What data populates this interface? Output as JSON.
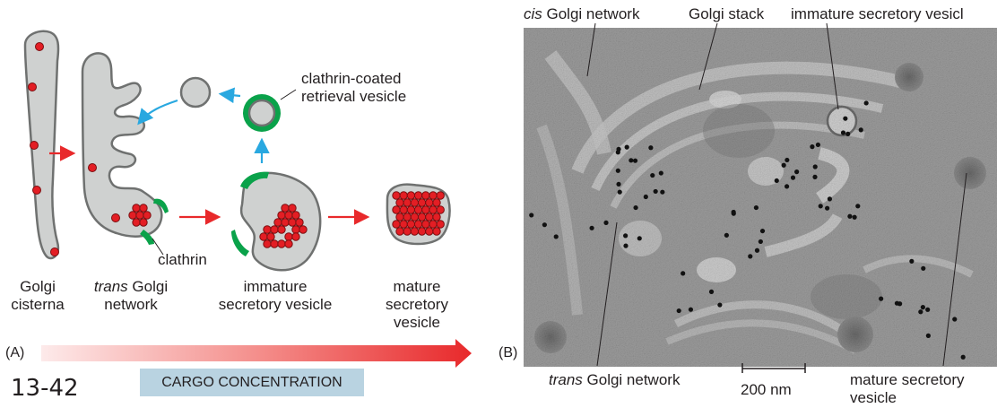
{
  "panel_a": {
    "tag": "(A)",
    "labels": {
      "golgi_cisterna_l1": "Golgi",
      "golgi_cisterna_l2": "cisterna",
      "trans_golgi_l1_em": "trans",
      "trans_golgi_l1_rest": " Golgi",
      "trans_golgi_l2": "network",
      "immature_l1": "immature",
      "immature_l2": "secretory vesicle",
      "mature_l1": "mature",
      "mature_l2": "secretory",
      "mature_l3": "vesicle",
      "clathrin": "clathrin",
      "clathrin_coated_l1": "clathrin-coated",
      "clathrin_coated_l2": "retrieval vesicle"
    },
    "cargo_concentration": "CARGO CONCENTRATION"
  },
  "panel_b": {
    "tag": "(B)",
    "labels": {
      "cis_em": "cis",
      "cis_rest": " Golgi network",
      "golgi_stack": "Golgi stack",
      "immature_secretory": "immature secretory vesicl",
      "trans_em": "trans",
      "trans_rest": " Golgi network",
      "scale_bar": "200 nm",
      "mature_l1": "mature secretory",
      "mature_l2": "vesicle"
    }
  },
  "figure_number": "13-42",
  "colors": {
    "membrane_fill": "#cfd1d0",
    "membrane_stroke": "#6f7170",
    "cargo_red": "#e31e24",
    "clathrin_green": "#0aa24a",
    "transport_arrow_red": "#e8292b",
    "retrieval_arrow_blue": "#29a8e0",
    "cargo_box_blue": "#b9d3e1"
  }
}
